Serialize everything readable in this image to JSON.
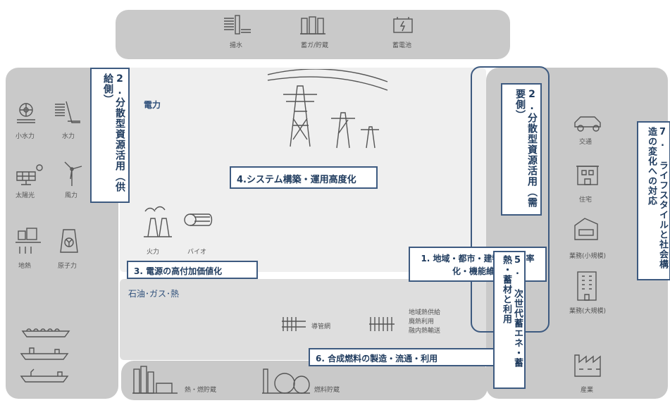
{
  "top_storage": {
    "items": [
      {
        "label": "揚水",
        "icon": "pumped-hydro-icon"
      },
      {
        "label": "蓄ガ/貯蔵",
        "icon": "gas-storage-icon"
      },
      {
        "label": "蓄電池",
        "icon": "battery-icon"
      }
    ]
  },
  "supply_side": {
    "title": "2.分散型資源活用（供給側）",
    "items": [
      {
        "label": "小水力",
        "icon": "small-hydro-icon"
      },
      {
        "label": "水力",
        "icon": "hydro-dam-icon"
      },
      {
        "label": "太陽光",
        "icon": "solar-panel-icon"
      },
      {
        "label": "風力",
        "icon": "wind-turbine-icon"
      },
      {
        "label": "地熱",
        "icon": "geothermal-icon"
      },
      {
        "label": "原子力",
        "icon": "nuclear-icon"
      }
    ]
  },
  "center": {
    "power_label": "電力",
    "system_box": "4.システム構築・運用高度化",
    "thermal_label": "火力",
    "bio_label": "バイオ",
    "value_box": "3. 電源の高付加価値化",
    "oil_label": "石油･ガス･熱",
    "pipeline_label": "導管網",
    "heat_labels": [
      "地域熱供給",
      "廃熱利用",
      "融内熱輸送"
    ],
    "fuel_box": "6. 合成燃料の製造・流通・利用",
    "heat_storage_label": "熱・燃貯蔵",
    "fuel_storage_label": "燃料貯蔵"
  },
  "demand_side": {
    "title": "2.分散型資源活用（需要側）",
    "efficiency_box": "1. 地域・都市・建物の高効率化・機能維持",
    "next_gen_box": "5. 次世代蓄エネ・蓄熱・蓄材と利用",
    "items": [
      {
        "label": "交通",
        "icon": "car-icon"
      },
      {
        "label": "住宅",
        "icon": "house-icon"
      },
      {
        "label": "業務(小規模)",
        "icon": "small-business-icon"
      },
      {
        "label": "業務(大規模)",
        "icon": "large-business-icon"
      },
      {
        "label": "産業",
        "icon": "factory-icon"
      }
    ]
  },
  "lifestyle_box": "7. ライフスタイルと社会構造の変化への対応"
}
